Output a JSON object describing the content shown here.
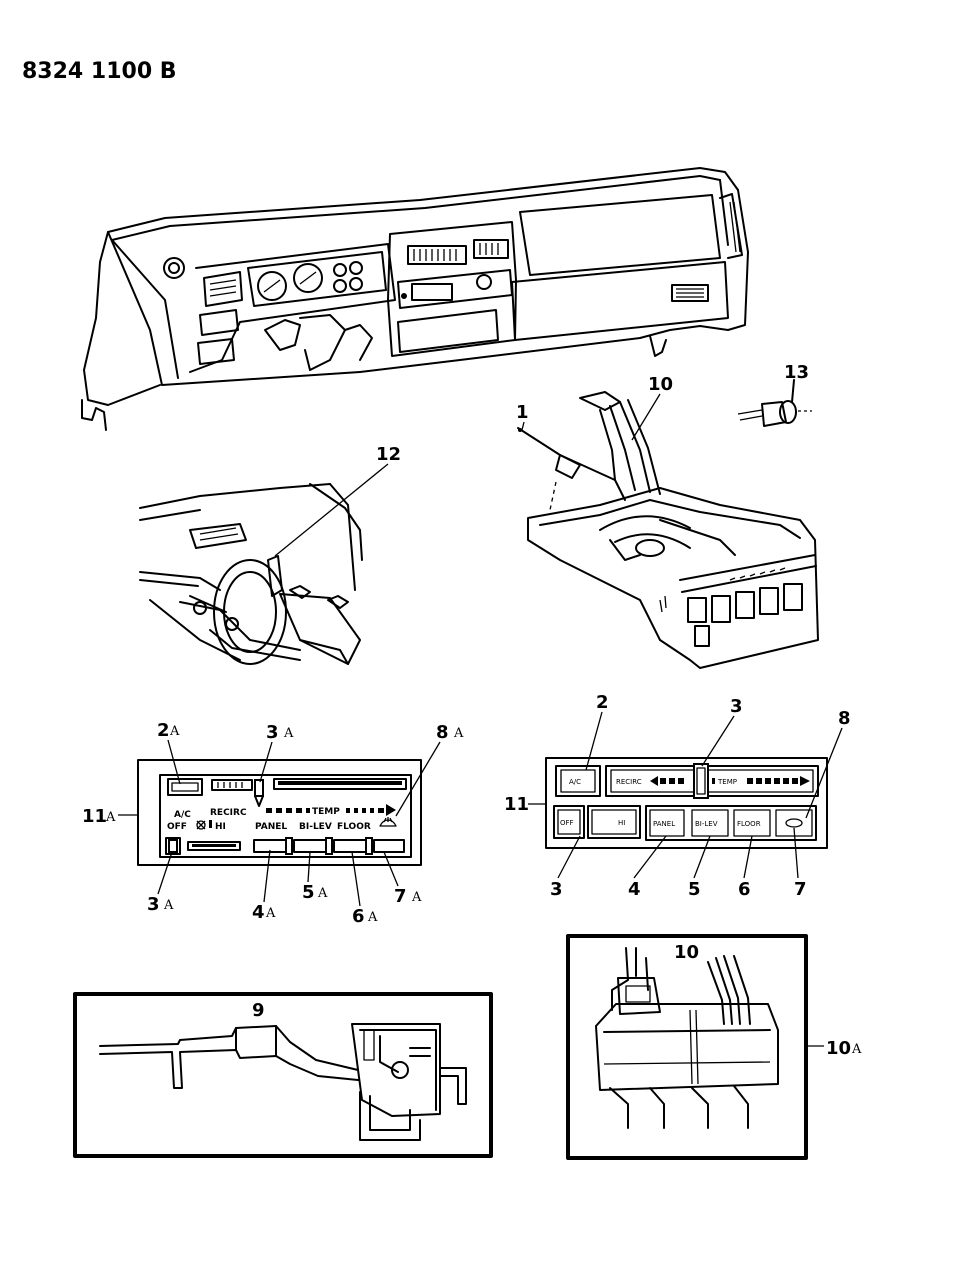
{
  "header": {
    "part_number": "8324 1100 B"
  },
  "callouts": {
    "c1": "1",
    "c2": "2",
    "c3": "3",
    "c4": "4",
    "c5": "5",
    "c6": "6",
    "c7": "7",
    "c8": "8",
    "c9": "9",
    "c10": "10",
    "c11": "11",
    "c12": "12",
    "c13": "13",
    "suffix": "A"
  },
  "panel_a": {
    "ac": "A/C",
    "recirc": "RECIRC",
    "temp": "TEMP",
    "off": "OFF",
    "hi": "HI",
    "panel": "PANEL",
    "bilev": "BI-LEV",
    "floor": "FLOOR"
  },
  "panel_b": {
    "ac": "A/C",
    "recirc": "RECIRC",
    "temp": "TEMP",
    "off": "OFF",
    "hi": "HI",
    "panel": "PANEL",
    "bilev": "BI-LEV",
    "floor": "FLOOR"
  }
}
